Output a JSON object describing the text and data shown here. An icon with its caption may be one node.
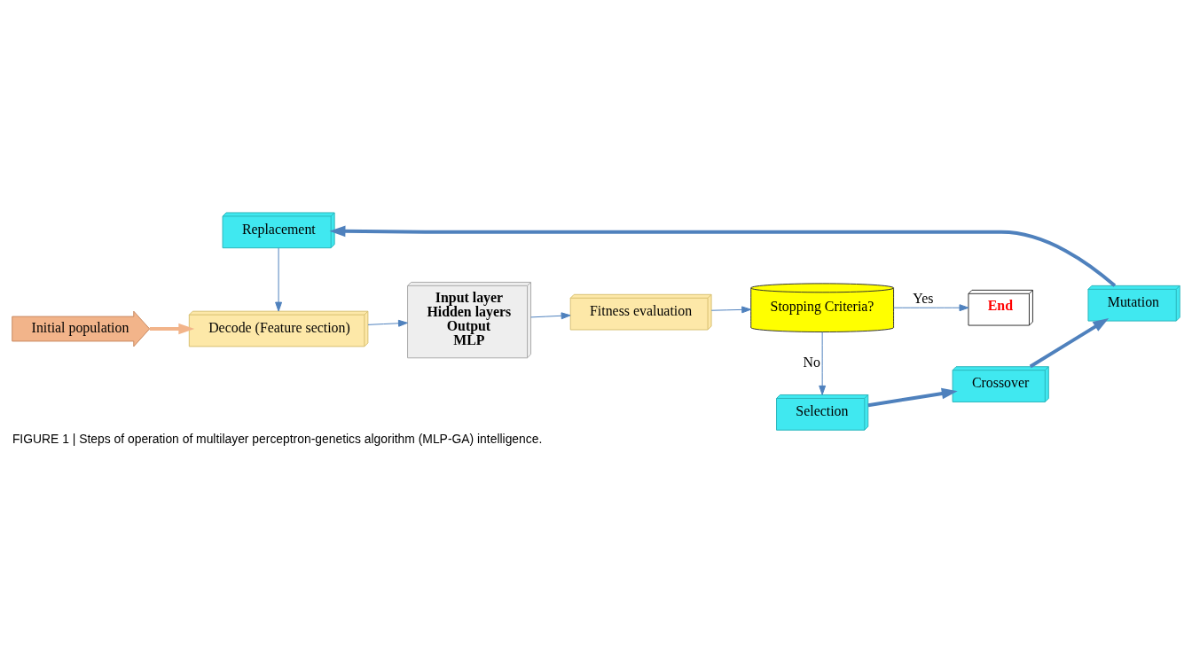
{
  "diagram": {
    "caption": "FIGURE 1 | Steps of operation of multilayer perceptron-genetics algorithm (MLP-GA) intelligence.",
    "nodes": [
      {
        "text": [
          "Replacement"
        ]
      },
      {
        "text": [
          "Mutation"
        ]
      },
      {
        "text": [
          "Crossover"
        ]
      },
      {
        "text": [
          "Selection"
        ]
      },
      {
        "text": [
          "Initial population"
        ]
      },
      {
        "text": [
          "Decode (Feature section)"
        ]
      },
      {
        "text": [
          "Input layer",
          "Hidden layers",
          "Output",
          "MLP"
        ]
      },
      {
        "text": [
          "Fitness evaluation"
        ]
      },
      {
        "text": [
          "Stopping Criteria?"
        ]
      },
      {
        "text": [
          "End"
        ]
      }
    ],
    "edges": [
      {
        "from": 3,
        "to": 2,
        "arrow": "to",
        "style": "thick"
      },
      {
        "from": 2,
        "to": 1,
        "arrow": "to",
        "style": "thick"
      },
      {
        "from": 1,
        "to": 0,
        "arrow": "to",
        "style": "thick"
      },
      {
        "from": 0,
        "to": 5,
        "arrow": "to"
      },
      {
        "from": 4,
        "to": 5,
        "arrow": "to",
        "style": "thick",
        "color": "#f2b48a"
      },
      {
        "from": 5,
        "to": 6,
        "arrow": "to"
      },
      {
        "from": 6,
        "to": 7,
        "arrow": "to"
      },
      {
        "from": 7,
        "to": 8,
        "arrow": "to"
      },
      {
        "from": 8,
        "to": 3,
        "arrow": "to",
        "label": "No"
      },
      {
        "from": 8,
        "to": 9,
        "arrow": "to",
        "label": "Yes"
      }
    ]
  }
}
